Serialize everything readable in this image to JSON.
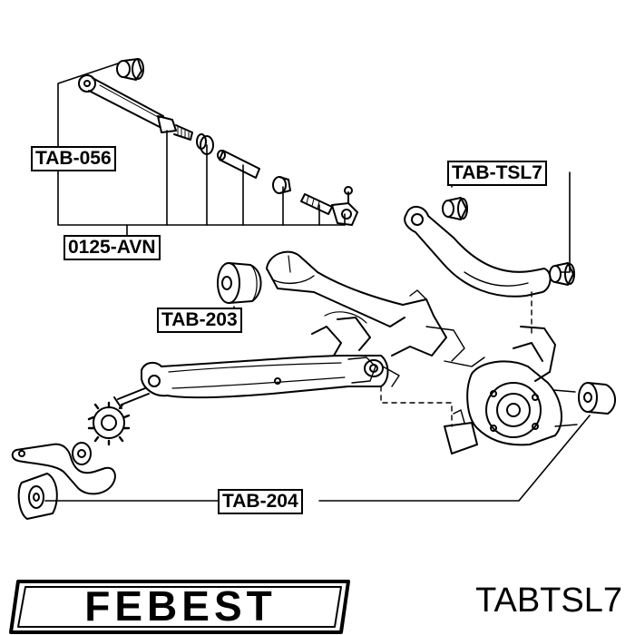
{
  "callouts": {
    "tab_056": "TAB-056",
    "avn_0125": "0125-AVN",
    "tab_tsl7": "TAB-TSL7",
    "tab_203": "TAB-203",
    "tab_204": "TAB-204"
  },
  "brand": {
    "name": "FEBEST"
  },
  "part_number": "TABTSL7",
  "colors": {
    "ink": "#000000",
    "background": "#ffffff"
  }
}
